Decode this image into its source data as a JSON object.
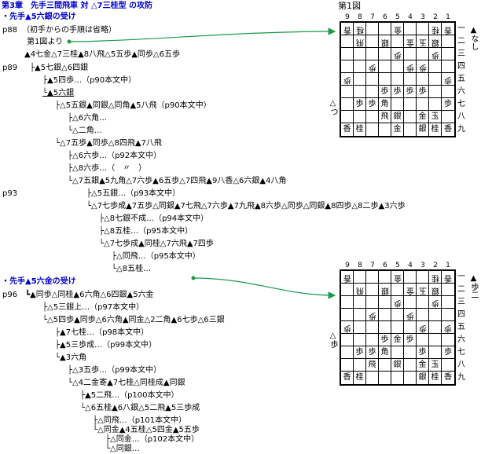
{
  "chapter_title": "第3章　先手三間飛車 対 △7三桂型 の攻防",
  "sections": [
    {
      "heading": "・先手▲5六銀の受け",
      "lines": [
        {
          "prefix": "p88",
          "text": "（初手からの手順は省略）"
        },
        {
          "text": "第1図より"
        },
        {
          "text": "▲4七金△7三桂▲8八飛△5五歩▲同歩△6五歩"
        },
        {
          "prefix": "p89",
          "text": "├▲5七銀△6四銀"
        },
        {
          "text": "├▲5四歩…（p90本文中）"
        },
        {
          "text": "└▲5六銀",
          "underline": true
        },
        {
          "text": "├△5五銀▲同銀△同角▲5八飛（p90本文中）"
        },
        {
          "text": "├△6六角…"
        },
        {
          "text": "└△二角…"
        },
        {
          "text": "└△7五歩▲同歩△8四飛▲7八飛"
        },
        {
          "text": "├△6六歩…（p92本文中）"
        },
        {
          "text": "├△8六歩…（　〃　）"
        },
        {
          "text": "└△7五銀▲5九角△7六歩▲6五歩△7四飛▲9八香△6六銀▲4八角"
        },
        {
          "prefix": "p93",
          "text": "├△5五銀…（p93本文中）"
        },
        {
          "text": "└△7七歩成▲7五歩△同銀▲7七飛△7六歩▲7九飛▲8六歩△同歩△同銀▲8四歩△8二歩▲3六歩"
        },
        {
          "text": "├△8七銀不成…（p94本文中）"
        },
        {
          "text": "├△8五桂…（p95本文中）"
        },
        {
          "text": "└△7七歩成▲同桂△7六飛▲7四歩"
        },
        {
          "text": "├△同飛…（p95本文中）"
        },
        {
          "text": "└△8五桂…"
        }
      ]
    },
    {
      "heading": "・先手▲5六金の受け",
      "lines": [
        {
          "prefix": "p96",
          "text": "┗▲同歩△同桂▲6六角△6四銀▲5六金",
          "underline_tail": "▲5六金"
        },
        {
          "text": "├△5三銀上…（p97本文中）"
        },
        {
          "text": "└△5四歩▲同歩△6六角▲同金△2二角▲6七歩△6三銀"
        },
        {
          "text": "├▲7七桂…（p98本文中）"
        },
        {
          "text": "├▲5三歩成…（p99本文中）"
        },
        {
          "text": "└▲3六角"
        },
        {
          "text": "├△3五歩…（p99本文中）"
        },
        {
          "text": "└△4二金寄▲7七桂△同桂成▲同銀"
        },
        {
          "text": "├▲5二飛…（p100本文中）"
        },
        {
          "text": "└△6五桂▲6八銀△5二飛▲5三歩成"
        },
        {
          "text": "├△同飛…（p101本文中）"
        },
        {
          "text": "└△同金▲4五桂△5四金▲5五歩"
        },
        {
          "text": "├△同金…（p102本文中）"
        },
        {
          "text": "└△同銀…"
        }
      ]
    }
  ],
  "boards": [
    {
      "title": "第1図",
      "files": [
        "9",
        "8",
        "7",
        "6",
        "5",
        "4",
        "3",
        "2",
        "1"
      ],
      "ranks": [
        "一",
        "二",
        "三",
        "四",
        "五",
        "六",
        "七",
        "八",
        "九"
      ],
      "gote_hand": "▲なし",
      "sente_hand": "△つ",
      "cells": [
        [
          "g:香",
          "g:桂",
          "",
          "",
          "g:金",
          "",
          "",
          "g:桂",
          "g:香"
        ],
        [
          "",
          "g:飛",
          "",
          "g:銀",
          "",
          "g:金",
          "g:玉",
          "g:銀",
          ""
        ],
        [
          "",
          "",
          "",
          "",
          "g:歩",
          "",
          "",
          "g:歩",
          ""
        ],
        [
          "",
          "",
          "g:歩",
          "",
          "",
          "g:歩",
          "g:歩",
          "",
          ""
        ],
        [
          "g:歩",
          "",
          "",
          "",
          "",
          "",
          "",
          "",
          "g:歩"
        ],
        [
          "",
          "",
          "",
          "歩",
          "歩",
          "歩",
          "歩",
          "",
          ""
        ],
        [
          "",
          "歩",
          "歩",
          "角",
          "",
          "",
          "",
          "",
          "歩"
        ],
        [
          "",
          "",
          "",
          "飛",
          "銀",
          "",
          "金",
          "玉",
          ""
        ],
        [
          "香",
          "桂",
          "",
          "",
          "金",
          "",
          "銀",
          "桂",
          "香"
        ]
      ]
    },
    {
      "title": "",
      "files": [
        "9",
        "8",
        "7",
        "6",
        "5",
        "4",
        "3",
        "2",
        "1"
      ],
      "ranks": [
        "一",
        "二",
        "三",
        "四",
        "五",
        "六",
        "七",
        "八",
        "九"
      ],
      "gote_hand": "▲歩二",
      "sente_hand": "△歩",
      "cells": [
        [
          "g:香",
          "",
          "",
          "",
          "g:金",
          "",
          "",
          "g:桂",
          "g:香"
        ],
        [
          "",
          "g:飛",
          "",
          "g:銀",
          "",
          "g:金",
          "g:玉",
          "g:銀",
          ""
        ],
        [
          "",
          "",
          "",
          "",
          "g:歩",
          "",
          "",
          "g:歩",
          ""
        ],
        [
          "",
          "",
          "g:歩",
          "",
          "",
          "g:歩",
          "",
          "",
          ""
        ],
        [
          "g:歩",
          "",
          "",
          "",
          "",
          "",
          "g:歩",
          "",
          "g:歩"
        ],
        [
          "",
          "",
          "",
          "歩",
          "金",
          "歩",
          "",
          "",
          ""
        ],
        [
          "",
          "歩",
          "歩",
          "角",
          "",
          "",
          "歩",
          "",
          "歩"
        ],
        [
          "",
          "",
          "飛",
          "",
          "銀",
          "",
          "金",
          "玉",
          ""
        ],
        [
          "香",
          "桂",
          "",
          "",
          "",
          "",
          "銀",
          "桂",
          "香"
        ]
      ]
    }
  ]
}
